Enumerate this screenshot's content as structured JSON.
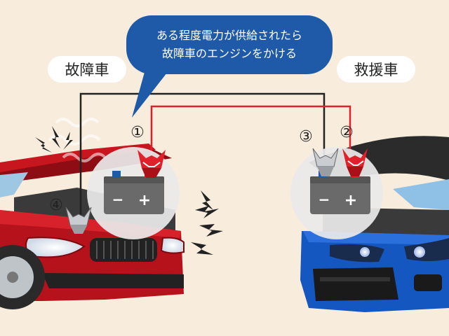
{
  "labels": {
    "broken_car": "故障車",
    "rescue_car": "救援車"
  },
  "callout": {
    "line1": "ある程度電力が供給されたら",
    "line2": "故障車のエンジンをかける"
  },
  "steps": {
    "step1": "①",
    "step2": "②",
    "step3": "③",
    "step4": "④"
  },
  "battery": {
    "minus": "−",
    "plus": "+"
  },
  "colors": {
    "background": "#f8eddd",
    "broken_car_body": "#b5121b",
    "rescue_car_body": "#1557c0",
    "callout_bubble": "#1f5aa8",
    "positive_cable": "#e0202a",
    "negative_cable": "#222222"
  }
}
